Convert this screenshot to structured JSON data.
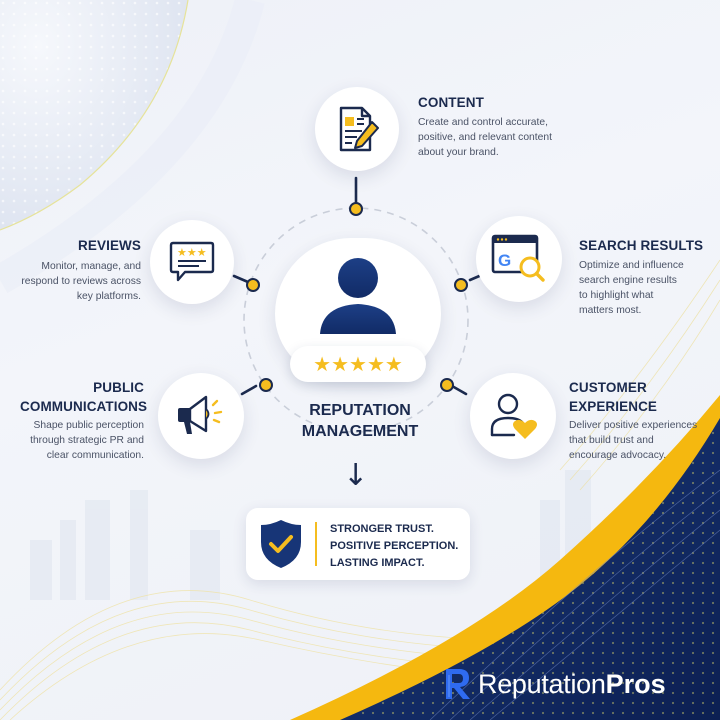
{
  "colors": {
    "navy": "#1b2a4e",
    "deep_navy": "#0f2557",
    "yellow": "#f5bd1f",
    "blue_accent": "#2f6bf0",
    "background": "#f0f3f9"
  },
  "center": {
    "title_line1": "REPUTATION",
    "title_line2": "MANAGEMENT",
    "icon": "person-icon",
    "rating_stars": 5,
    "stars": "★★★★★"
  },
  "nodes": [
    {
      "id": "content",
      "title": "CONTENT",
      "description_lines": [
        "Create and control accurate,",
        "positive, and relevant content",
        "about your brand."
      ],
      "icon": "document-pencil-icon"
    },
    {
      "id": "reviews",
      "title": "REVIEWS",
      "description_lines": [
        "Monitor, manage, and",
        "respond to reviews across",
        "key platforms."
      ],
      "icon": "review-bubble-icon"
    },
    {
      "id": "search-results",
      "title": "SEARCH RESULTS",
      "description_lines": [
        "Optimize and influence",
        "search engine results",
        "to highlight what",
        "matters most."
      ],
      "icon": "google-search-icon"
    },
    {
      "id": "public-communications",
      "title_line1": "PUBLIC",
      "title_line2": "COMMUNICATIONS",
      "description_lines": [
        "Shape public perception",
        "through strategic PR and",
        "clear communication."
      ],
      "icon": "megaphone-icon"
    },
    {
      "id": "customer-experience",
      "title_line1": "CUSTOMER",
      "title_line2": "EXPERIENCE",
      "description_lines": [
        "Deliver positive experiences",
        "that build trust and",
        "encourage advocacy."
      ],
      "icon": "person-heart-icon"
    }
  ],
  "outcome": {
    "arrow": "↓",
    "lines": [
      "STRONGER TRUST.",
      "POSITIVE PERCEPTION.",
      "LASTING IMPACT."
    ],
    "icon": "shield-check-icon"
  },
  "brand": {
    "name_light": "Reputation",
    "name_bold": "Pros",
    "logo": "R"
  }
}
